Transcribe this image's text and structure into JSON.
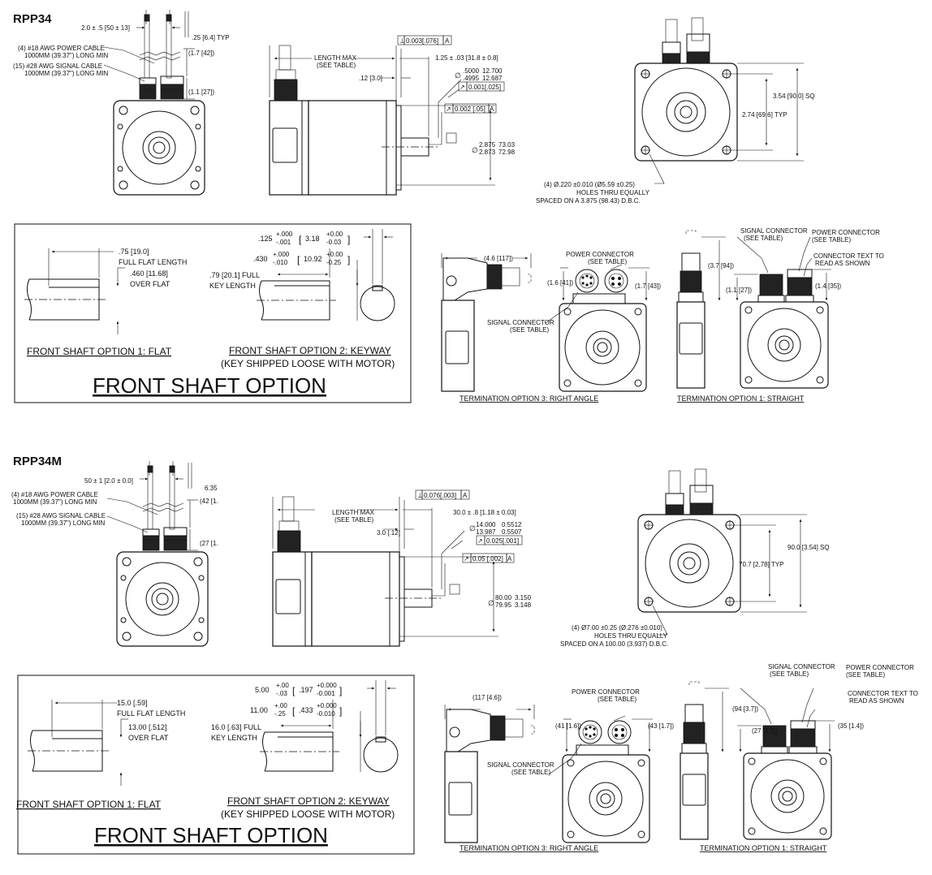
{
  "sections": [
    {
      "title": "RPP34",
      "cable": {
        "spacing": "2.0 ± .5 [50 ± 13]",
        "typ": ".25 [6.4] TYP",
        "power_1": "(4) #18 AWG POWER CABLE",
        "power_2": "1000MM (39.37\") LONG MIN",
        "signal_1": "(15) #28 AWG SIGNAL CABLE",
        "signal_2": "1000MM (39.37\") LONG MIN",
        "dim_a": "(1.7 [42])",
        "dim_b": "(1.1 [27])"
      },
      "side": {
        "length_1": "LENGTH MAX",
        "length_2": "(SEE TABLE)",
        "perp": "0.003[.076]",
        "datum": "A",
        "shaft_len": "1.25 ± .03 [31.8 ± 0.8]",
        "pilot": ".12 [3.0]",
        "shaft_dia_1": ".5000",
        "shaft_dia_2": ".4995",
        "shaft_dia_m1": "12.700",
        "shaft_dia_m2": "12.687",
        "runout": "0.001[.025]",
        "pilot_runout": "0.002 [.05]",
        "pilot_dia_1": "2.875",
        "pilot_dia_2": "2.873",
        "pilot_dia_m1": "73.03",
        "pilot_dia_m2": "72.98",
        "dia_symbol": "∅"
      },
      "front": {
        "sq": "3.54 [90.0] SQ",
        "typ": "2.74 [69.6] TYP",
        "holes_1": "(4) Ø.220 ±0.010 (Ø5.59 ±0.25)",
        "holes_2": "HOLES THRU EQUALLY",
        "holes_3": "SPACED ON A 3.875 (98.43) D.B.C."
      },
      "shaft": {
        "flat_len_1": ".75 [19.0]",
        "flat_len_2": "FULL FLAT LENGTH",
        "over_flat_1": ".460 [11.68]",
        "over_flat_2": "OVER FLAT",
        "key_w": ".125",
        "key_w_tol_up": "+.000",
        "key_w_tol_dn": "-.001",
        "key_w_m": "3.18",
        "key_w_m_up": "+0.00",
        "key_w_m_dn": "-0.03",
        "key_h": ".430",
        "key_h_tol_up": "+.000",
        "key_h_tol_dn": "-.010",
        "key_h_m": "10.92",
        "key_h_m_up": "+0.00",
        "key_h_m_dn": "-0.25",
        "key_len_1": ".79 [20.1] FULL",
        "key_len_2": "KEY LENGTH",
        "opt1": "FRONT SHAFT OPTION 1: FLAT",
        "opt2": "FRONT SHAFT OPTION 2: KEYWAY",
        "opt2_note": "(KEY SHIPPED LOOSE WITH MOTOR)",
        "heading": "FRONT SHAFT OPTION"
      },
      "term3": {
        "width": "(4.6 [117])",
        "dim_l": "(1.6 [41])",
        "dim_r": "(1.7 [43])",
        "power_1": "POWER CONNECTOR",
        "power_2": "(SEE TABLE)",
        "signal_1": "SIGNAL CONNECTOR",
        "signal_2": "(SEE TABLE)",
        "label": "TERMINATION OPTION 3: RIGHT ANGLE"
      },
      "term1": {
        "height": "(3.7 [94])",
        "dim_l": "(1.1 [27])",
        "dim_r": "(1.4 [35])",
        "signal_1": "SIGNAL CONNECTOR",
        "signal_2": "(SEE TABLE)",
        "power_1": "POWER CONNECTOR",
        "power_2": "(SEE TABLE)",
        "text_1": "CONNECTOR TEXT TO",
        "text_2": "READ AS SHOWN",
        "label": "TERMINATION OPTION 1: STRAIGHT"
      }
    },
    {
      "title": "RPP34M",
      "cable": {
        "spacing": "50 ± 1 [2.0 ± 0.0]",
        "typ": "6.35",
        "power_1": "(4) #18 AWG POWER CABLE",
        "power_2": "1000MM (39.37\") LONG MIN",
        "signal_1": "(15) #28 AWG SIGNAL CABLE",
        "signal_2": "1000MM (39.37\") LONG MIN",
        "dim_a": "(42 [1.",
        "dim_b": "(27 [1."
      },
      "side": {
        "length_1": "LENGTH MAX",
        "length_2": "(SEE TABLE)",
        "perp": "0.076[.003]",
        "datum": "A",
        "shaft_len": "30.0 ± .8 [1.18 ± 0.03]",
        "pilot": "3.0 [.12]",
        "shaft_dia_1": "14.000",
        "shaft_dia_2": "13.987",
        "shaft_dia_m1": "0.5512",
        "shaft_dia_m2": "0.5507",
        "runout": "0.025[.001]",
        "pilot_runout": "0.05 [.002]",
        "pilot_dia_1": "80.00",
        "pilot_dia_2": "79.95",
        "pilot_dia_m1": "3.150",
        "pilot_dia_m2": "3.148",
        "dia_symbol": "∅"
      },
      "front": {
        "sq": "90.0 [3.54] SQ",
        "typ": "70.7 [2.78] TYP",
        "holes_1": "(4) Ø7.00 ±0.25 (Ø.276 ±0.010)",
        "holes_2": "HOLES THRU EQUALLY",
        "holes_3": "SPACED ON A 100.00 (3.937) D.B.C."
      },
      "shaft": {
        "flat_len_1": "15.0 [.59]",
        "flat_len_2": "FULL FLAT LENGTH",
        "over_flat_1": "13.00 [.512]",
        "over_flat_2": "OVER FLAT",
        "key_w": "5.00",
        "key_w_tol_up": "+.00",
        "key_w_tol_dn": "-.03",
        "key_w_m": ".197",
        "key_w_m_up": "+0.000",
        "key_w_m_dn": "-0.001",
        "key_h": "11.00",
        "key_h_tol_up": "+.00",
        "key_h_tol_dn": "-.25",
        "key_h_m": ".433",
        "key_h_m_up": "+0.000",
        "key_h_m_dn": "-0.010",
        "key_len_1": "16.0 [.63] FULL",
        "key_len_2": "KEY LENGTH",
        "opt1": "FRONT SHAFT OPTION 1: FLAT",
        "opt2": "FRONT SHAFT OPTION 2: KEYWAY",
        "opt2_note": "(KEY SHIPPED LOOSE WITH MOTOR)",
        "heading": "FRONT SHAFT OPTION"
      },
      "term3": {
        "width": "(117 [4.6])",
        "dim_l": "(41 [1.6])",
        "dim_r": "(43 [1.7])",
        "power_1": "POWER CONNECTOR",
        "power_2": "(SEE TABLE)",
        "signal_1": "SIGNAL CONNECTOR",
        "signal_2": "(SEE TABLE)",
        "label": "TERMINATION OPTION 3: RIGHT ANGLE"
      },
      "term1": {
        "height": "(94 [3.7])",
        "dim_l": "(27 [1.1])",
        "dim_r": "(35 [1.4])",
        "signal_1": "SIGNAL CONNECTOR",
        "signal_2": "(SEE TABLE)",
        "power_1": "POWER CONNECTOR",
        "power_2": "(SEE TABLE)",
        "text_1": "CONNECTOR TEXT TO",
        "text_2": "READ AS SHOWN",
        "label": "TERMINATION OPTION 1: STRAIGHT"
      }
    }
  ]
}
